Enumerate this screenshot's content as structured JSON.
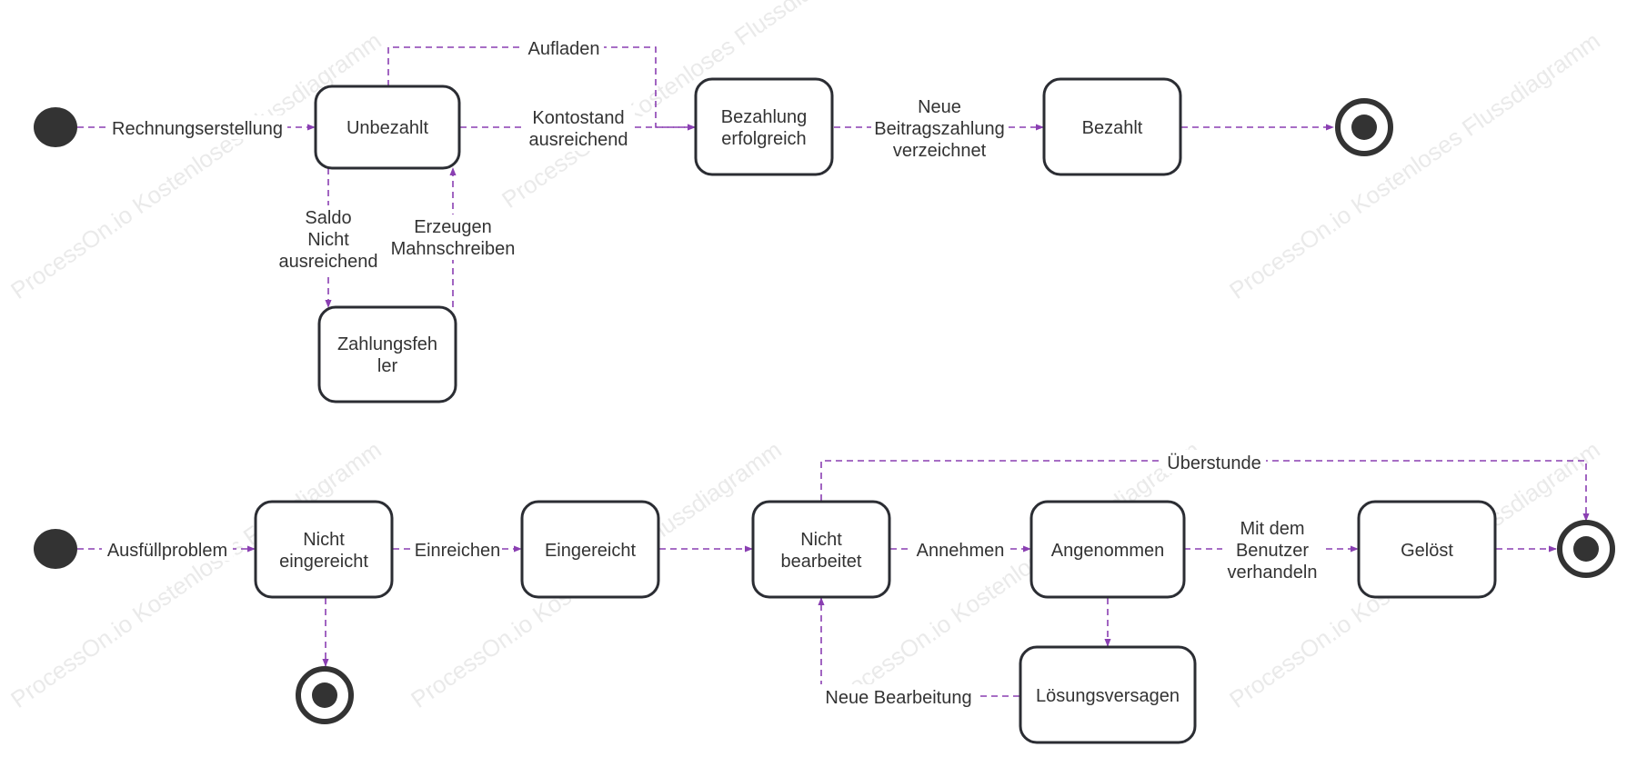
{
  "colors": {
    "edge": "#8a3fb2",
    "node_stroke": "#2b2d33",
    "terminal": "#333333"
  },
  "watermark": "ProcessOn.io Kostenloses Flussdiagramm",
  "diagram1": {
    "nodes": {
      "unbezahlt": "Unbezahlt",
      "zahlungsfehler": [
        "Zahlungsfeh",
        "ler"
      ],
      "bezahlung": [
        "Bezahlung",
        "erfolgreich"
      ],
      "bezahlt": "Bezahlt"
    },
    "edges": {
      "rechnungserstellung": "Rechnungserstellung",
      "aufladen": "Aufladen",
      "kontostand": [
        "Kontostand",
        "ausreichend"
      ],
      "saldo": [
        "Saldo",
        "Nicht",
        "ausreichend"
      ],
      "erzeugen": [
        "Erzeugen",
        "Mahnschreiben"
      ],
      "neue_beitrag": [
        "Neue",
        "Beitragszahlung",
        "verzeichnet"
      ]
    }
  },
  "diagram2": {
    "nodes": {
      "nicht_eingereicht": [
        "Nicht",
        "eingereicht"
      ],
      "eingereicht": "Eingereicht",
      "nicht_bearbeitet": [
        "Nicht",
        "bearbeitet"
      ],
      "angenommen": "Angenommen",
      "geloest": "Gelöst",
      "loesungsversagen": "Lösungsversagen"
    },
    "edges": {
      "ausfuellproblem": "Ausfüllproblem",
      "einreichen": "Einreichen",
      "annehmen": "Annehmen",
      "verhandeln": [
        "Mit dem",
        "Benutzer",
        "verhandeln"
      ],
      "ueberstunde": "Überstunde",
      "neue_bearbeitung": "Neue Bearbeitung"
    }
  }
}
